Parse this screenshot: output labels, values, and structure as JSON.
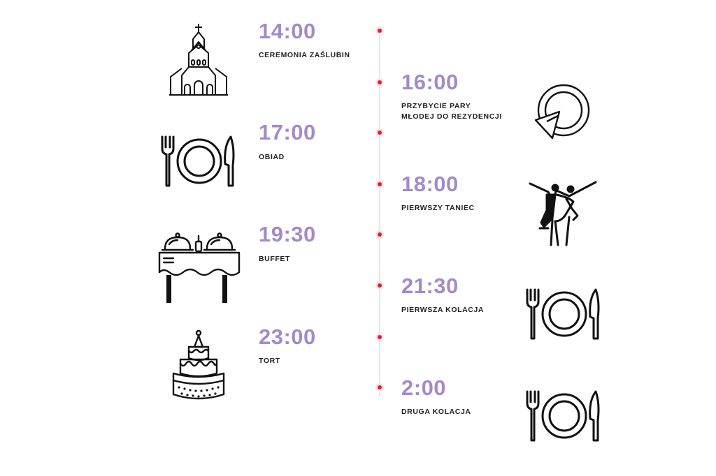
{
  "colors": {
    "time": "#a48ac8",
    "label": "#222222",
    "dot": "#d8203a",
    "line": "#e6e6e6"
  },
  "events": [
    {
      "time": "14:00",
      "label": "CEREMONIA ZAŚLUBIN",
      "icon": "church-icon"
    },
    {
      "time": "16:00",
      "label": "PRZYBYCIE PARY\nMŁODEJ DO REZYDENCJI",
      "icon": "compass-icon"
    },
    {
      "time": "17:00",
      "label": "OBIAD",
      "icon": "dinner-icon"
    },
    {
      "time": "18:00",
      "label": "PIERWSZY TANIEC",
      "icon": "dancing-couple-icon"
    },
    {
      "time": "19:30",
      "label": "BUFFET",
      "icon": "buffet-table-icon"
    },
    {
      "time": "21:30",
      "label": "PIERWSZA KOLACJA",
      "icon": "dinner-icon"
    },
    {
      "time": "23:00",
      "label": "TORT",
      "icon": "cake-icon"
    },
    {
      "time": "2:00",
      "label": "DRUGA KOLACJA",
      "icon": "dinner-icon"
    }
  ]
}
